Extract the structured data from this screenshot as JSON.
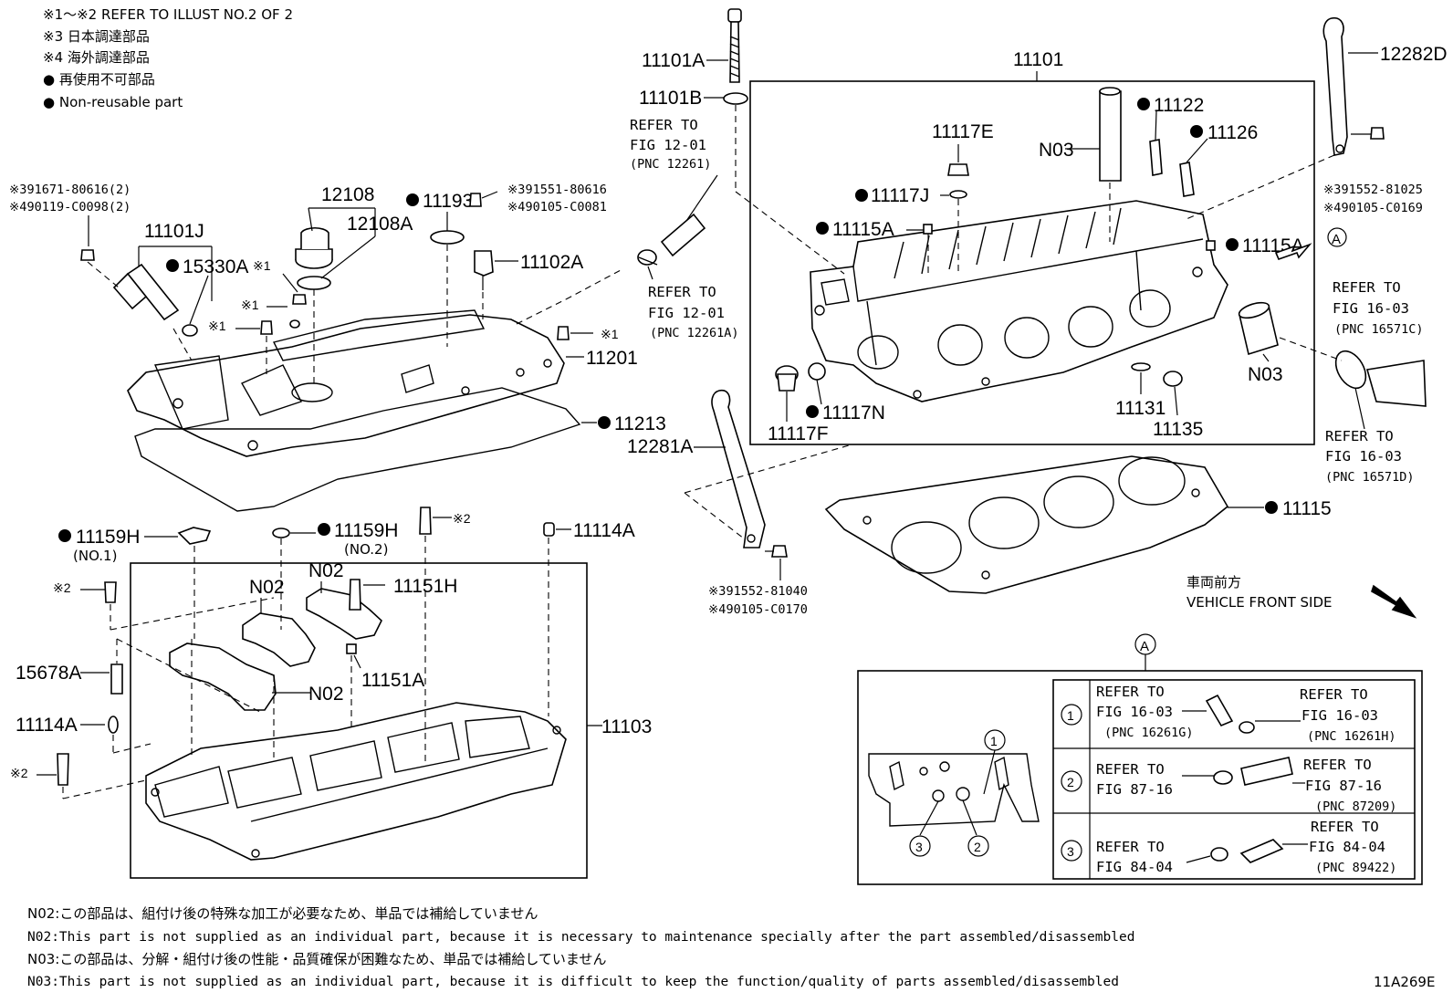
{
  "legend": {
    "line1": "※1～※2  REFER TO ILLUST NO.2 OF 2",
    "line2": "※3 日本調達部品",
    "line3": "※4 海外調達部品",
    "line4": "● 再使用不可部品",
    "line5": "● Non-reusable part"
  },
  "labels": {
    "p11101A": "11101A",
    "p11101B": "11101B",
    "p11101": "11101",
    "p12282D": "12282D",
    "p11122": "11122",
    "p11126": "11126",
    "p11117E": "11117E",
    "n03_top": "N03",
    "p11117J": "11117J",
    "p11115A_l": "11115A",
    "p11115A_r": "11115A",
    "p11117N": "11117N",
    "p11117F": "11117F",
    "p11131": "11131",
    "p11135": "11135",
    "n03_right": "N03",
    "p11115": "11115",
    "p12281A": "12281A",
    "p12108": "12108",
    "p12108A": "12108A",
    "p11193": "11193",
    "p11101J": "11101J",
    "p15330A": "15330A",
    "p11102A": "11102A",
    "p11201": "11201",
    "p11213": "11213",
    "p11159H_1": "11159H",
    "no1": "(NO.1)",
    "p11159H_2": "11159H",
    "no2": "(NO.2)",
    "p11114A_t": "11114A",
    "n02_a": "N02",
    "n02_b": "N02",
    "p11151H": "11151H",
    "p11151A": "11151A",
    "n02_c": "N02",
    "p15678A": "15678A",
    "p11114A_l": "11114A",
    "p11103": "11103",
    "k2_a": "※2",
    "k2_b": "※2",
    "k2_c": "※2",
    "k1_a": "※1",
    "k1_b": "※1",
    "k1_c": "※1",
    "k1_d": "※1"
  },
  "refs": {
    "r1a": "REFER TO",
    "r1b": "FIG 12-01",
    "r1c": "(PNC 12261)",
    "r2a": "REFER TO",
    "r2b": "FIG 12-01",
    "r2c": "(PNC 12261A)",
    "r3a": "REFER TO",
    "r3b": "FIG 16-03",
    "r3c": "(PNC 16571C)",
    "r4a": "REFER TO",
    "r4b": "FIG 16-03",
    "r4c": "(PNC 16571D)"
  },
  "part_numbers": {
    "a1": "※391671-80616(2)",
    "a2": "※490119-C0098(2)",
    "b1": "※391551-80616",
    "b2": "※490105-C0081",
    "c1": "※391552-81025",
    "c2": "※490105-C0169",
    "d1": "※391552-81040",
    "d2": "※490105-C0170"
  },
  "front": {
    "jp": "車両前方",
    "en": "VEHICLE FRONT SIDE"
  },
  "detail": {
    "marker": "A",
    "marker_view": "A",
    "rows": [
      {
        "num": "1",
        "left1": "REFER TO",
        "left2": "FIG 16-03",
        "left3": "(PNC 16261G)",
        "right1": "REFER TO",
        "right2": "FIG 16-03",
        "right3": "(PNC 16261H)"
      },
      {
        "num": "2",
        "left1": "REFER TO",
        "left2": "FIG 87-16",
        "right1": "REFER TO",
        "right2": "FIG 87-16",
        "right3": "(PNC 87209)"
      },
      {
        "num": "3",
        "left1": "REFER TO",
        "left2": "FIG 84-04",
        "right1": "REFER TO",
        "right2": "FIG 84-04",
        "right3": "(PNC 89422)"
      }
    ],
    "callouts": [
      "1",
      "3",
      "2"
    ]
  },
  "notes": {
    "n02_jp": "N02:この部品は、組付け後の特殊な加工が必要なため、単品では補給していません",
    "n02_en": "N02:This part is not supplied as an individual part, because it is necessary to maintenance specially after the part assembled/disassembled",
    "n03_jp": "N03:この部品は、分解・組付け後の性能・品質確保が困難なため、単品では補給していません",
    "n03_en": "N03:This part is not supplied as an individual part, because it is difficult to keep the function/quality of parts assembled/disassembled"
  },
  "figure_code": "11A269E"
}
